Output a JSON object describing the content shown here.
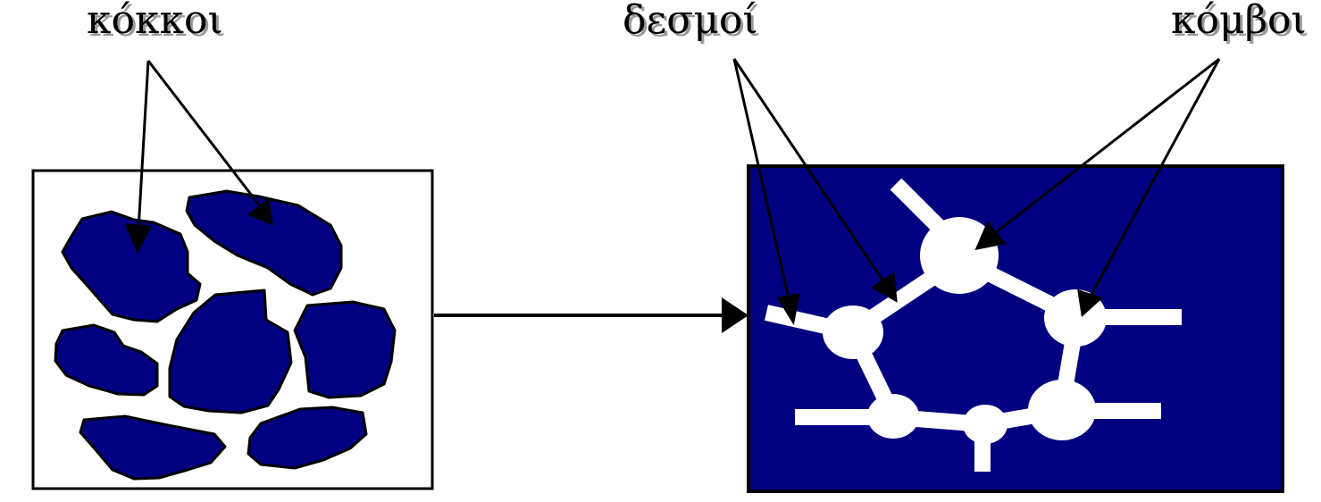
{
  "labels": {
    "grains": "κόκκοι",
    "bonds": "δεσμοί",
    "nodes": "κόμβοι"
  },
  "colors": {
    "grain_fill": "#000080",
    "outline": "#000000",
    "background": "#ffffff",
    "network": "#ffffff",
    "panel_dark": "#000080"
  }
}
